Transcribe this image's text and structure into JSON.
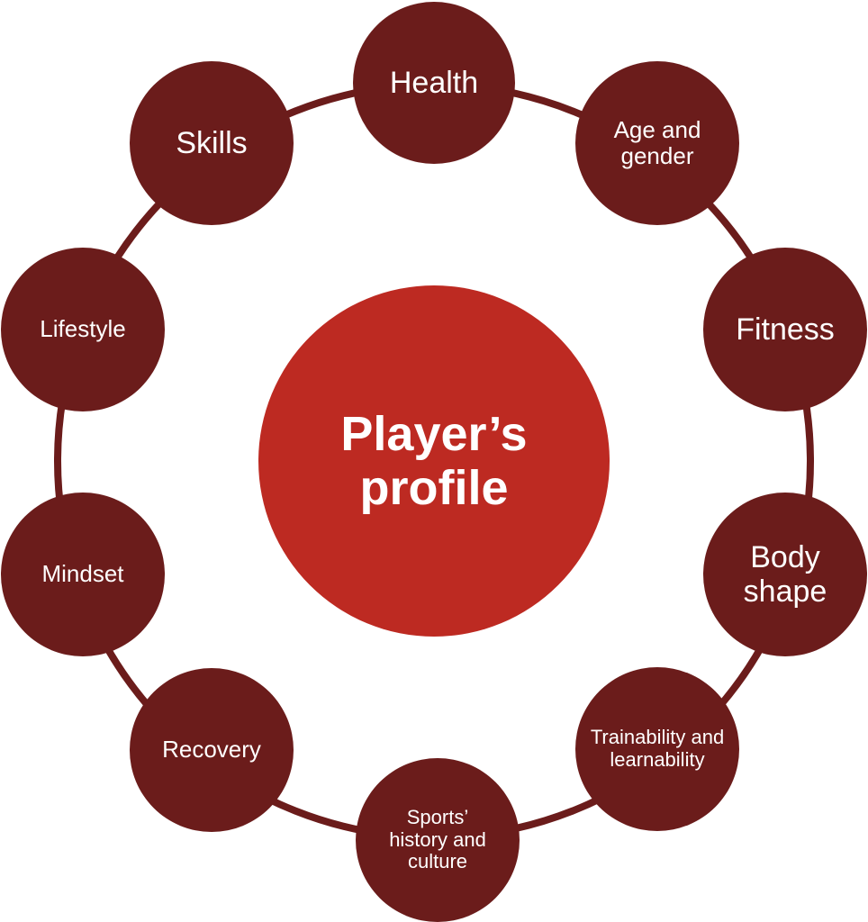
{
  "diagram": {
    "center_label": "Player’s profile",
    "factors": [
      "Health",
      "Age and gender",
      "Fitness",
      "Body shape",
      "Trainability and learnability",
      "Sports’ history and culture",
      "Recovery",
      "Mindset",
      "Lifestyle",
      "Skills"
    ],
    "colors": {
      "ring": "#6b1c1b",
      "factor_fill": "#6b1c1b",
      "center_fill": "#bd2a22",
      "text": "#ffffff"
    }
  }
}
